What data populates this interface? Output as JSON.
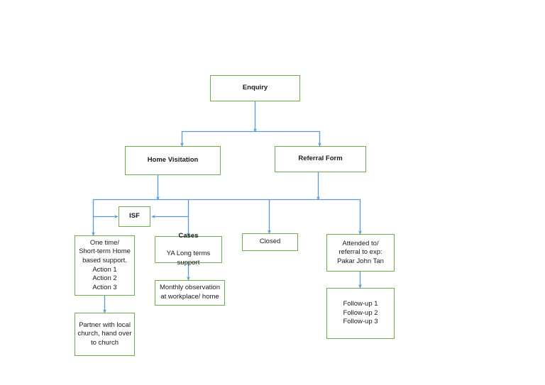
{
  "diagram": {
    "title": "Enquiry case-management flowchart",
    "colors": {
      "node_border": "#70AD47",
      "connector": "#5B9BD5",
      "text": "#1a1a1a",
      "background": "#ffffff"
    },
    "nodes": {
      "enquiry": {
        "label": "Enquiry"
      },
      "home_visitation": {
        "label": "Home Visitation"
      },
      "referral_form": {
        "label": "Referral Form"
      },
      "isf": {
        "label": "ISF"
      },
      "short_term": {
        "label": "One time/\nShort-term Home\nbased support.\nAction 1\nAction 2\nAction 3"
      },
      "partner_church": {
        "label": "Partner with local\nchurch, hand over\nto church"
      },
      "cases": {
        "head": "Cases",
        "sub": "YA Long terms support"
      },
      "monthly_observation": {
        "label": "Monthly observation\nat workplace/ home"
      },
      "closed": {
        "label": "Closed"
      },
      "attended": {
        "label": "Attended to/\nreferral to exp:\nPakar John Tan"
      },
      "follow_ups": {
        "label": "Follow-up 1\nFollow-up 2\nFollow-up 3"
      }
    },
    "connector_labels": {
      "enquiry_to_split": "",
      "split_to_home_visitation": "",
      "split_to_referral_form": "",
      "bus_to_isf_left": "",
      "bus_to_isf_right": ""
    }
  },
  "chart_data": {
    "type": "diagram",
    "title": "Enquiry case-management flowchart",
    "nodes": [
      {
        "id": "enquiry",
        "label": "Enquiry",
        "bold": true
      },
      {
        "id": "home_visitation",
        "label": "Home Visitation",
        "bold": true
      },
      {
        "id": "referral_form",
        "label": "Referral Form",
        "bold": true
      },
      {
        "id": "isf",
        "label": "ISF",
        "bold": true
      },
      {
        "id": "short_term",
        "label": "One time/ Short-term Home based support. Action 1 Action 2 Action 3",
        "bold": false
      },
      {
        "id": "partner_church",
        "label": "Partner with local church, hand over to church",
        "bold": false
      },
      {
        "id": "cases",
        "label": "Cases / YA Long terms support",
        "bold": false
      },
      {
        "id": "monthly_observation",
        "label": "Monthly observation at workplace/ home",
        "bold": false
      },
      {
        "id": "closed",
        "label": "Closed",
        "bold": false
      },
      {
        "id": "attended",
        "label": "Attended to/ referral to exp: Pakar John Tan",
        "bold": false
      },
      {
        "id": "follow_ups",
        "label": "Follow-up 1 Follow-up 2 Follow-up 3",
        "bold": false
      }
    ],
    "edges": [
      {
        "from": "enquiry",
        "to": "home_visitation"
      },
      {
        "from": "enquiry",
        "to": "referral_form"
      },
      {
        "from": "home_visitation",
        "to": "short_term"
      },
      {
        "from": "home_visitation",
        "to": "isf"
      },
      {
        "from": "home_visitation",
        "to": "cases"
      },
      {
        "from": "referral_form",
        "to": "isf"
      },
      {
        "from": "referral_form",
        "to": "closed"
      },
      {
        "from": "referral_form",
        "to": "attended"
      },
      {
        "from": "short_term",
        "to": "partner_church"
      },
      {
        "from": "cases",
        "to": "monthly_observation"
      },
      {
        "from": "attended",
        "to": "follow_ups"
      }
    ]
  }
}
